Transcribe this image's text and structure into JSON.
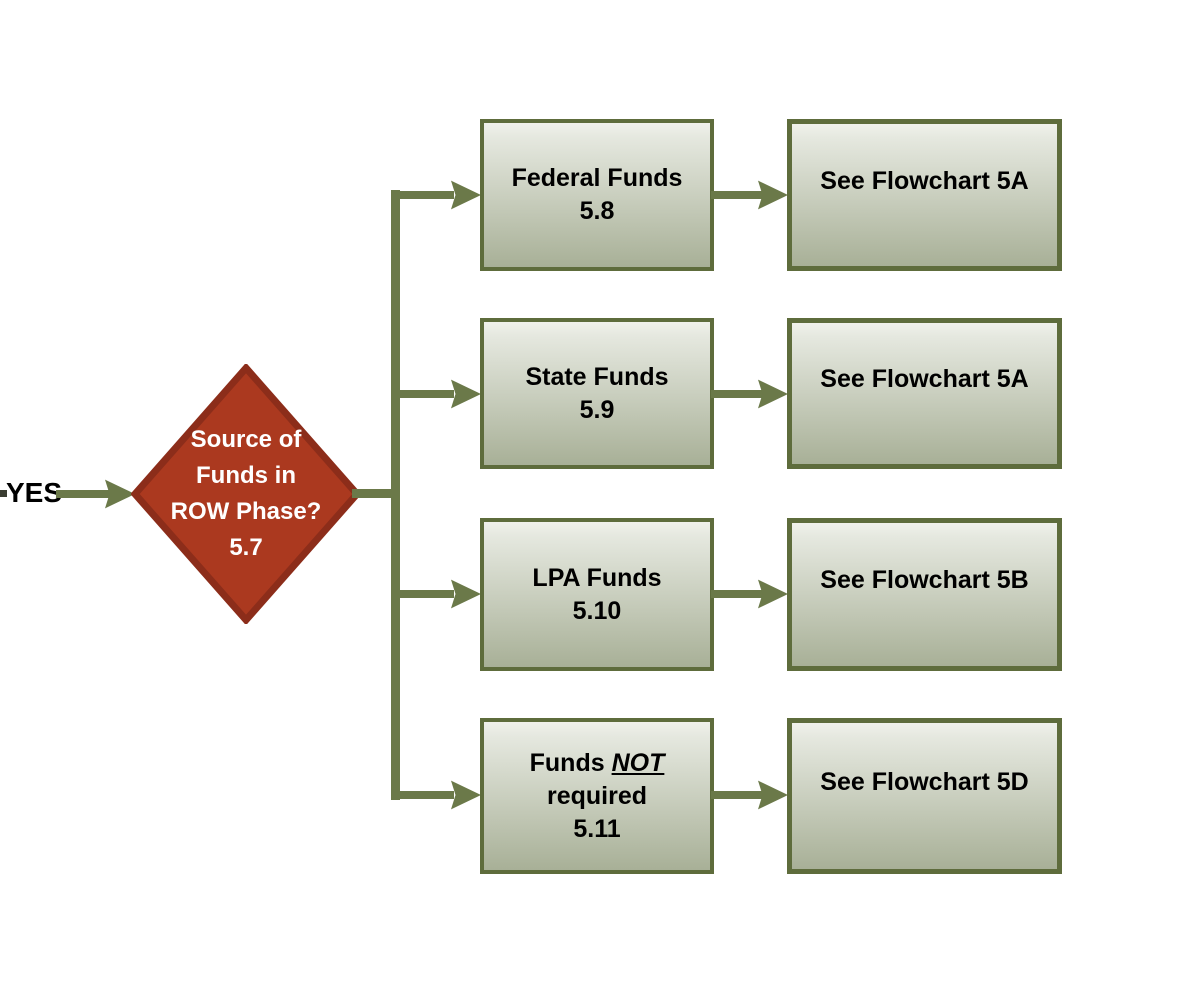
{
  "diagram": {
    "yes_label": "YES",
    "decision": {
      "lines": [
        "Source of",
        "Funds in",
        "ROW Phase?",
        "5.7"
      ],
      "fill_color": "#AB391F",
      "border_color": "#8C2D1A"
    },
    "rows": [
      {
        "source_title": "Federal Funds",
        "source_ref": "5.8",
        "target_label": "See Flowchart 5A"
      },
      {
        "source_title": "State Funds",
        "source_ref": "5.9",
        "target_label": "See Flowchart 5A"
      },
      {
        "source_title": "LPA Funds",
        "source_ref": "5.10",
        "target_label": "See Flowchart 5B"
      },
      {
        "source_title_prefix": "Funds ",
        "source_title_emphasis": "NOT",
        "source_title_line2": "required",
        "source_ref": "5.11",
        "target_label": "See Flowchart 5D"
      }
    ],
    "colors": {
      "arrow": "#6B7949",
      "box_border": "#5E6C3C",
      "box_fill_top": "#F0F1EB",
      "box_fill_bottom": "#A8B097",
      "decision_text": "#FFFFFF",
      "box_text": "#000000"
    }
  }
}
